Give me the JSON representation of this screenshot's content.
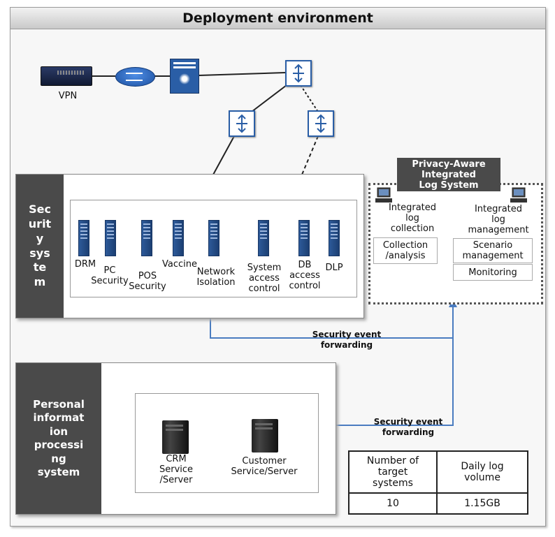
{
  "title": "Deployment environment",
  "network": {
    "vpn_label": "VPN"
  },
  "log_system": {
    "title": "Privacy-Aware\nIntegrated\nLog System",
    "col1_heading": "Integrated\nlog\ncollection",
    "col2_heading": "Integrated\nlog\nmanagement",
    "col1_items": [
      "Collection\n/analysis"
    ],
    "col2_items": [
      "Scenario\nmanagement",
      "Monitoring"
    ]
  },
  "security_system": {
    "label": "Sec\nurit\ny\nsys\nte\nm",
    "items": [
      {
        "label": "DRM"
      },
      {
        "label": "PC\nSecurity"
      },
      {
        "label": "POS\nSecurity"
      },
      {
        "label": "Vaccine"
      },
      {
        "label": "Network\nIsolation"
      },
      {
        "label": "System\naccess\ncontrol"
      },
      {
        "label": "DB\naccess\ncontrol"
      },
      {
        "label": "DLP"
      }
    ]
  },
  "personal_info_system": {
    "label": "Personal\ninformat\nion\nprocessi\nng\nsystem",
    "servers": [
      {
        "label": "CRM\nService\n/Server"
      },
      {
        "label": "Customer\nService/Server"
      }
    ]
  },
  "arrows": {
    "forward_label_1": "Security event\nforwarding",
    "forward_label_2": "Security event\nforwarding"
  },
  "stats_table": {
    "headers": [
      "Number of\ntarget\nsystems",
      "Daily log\nvolume"
    ],
    "values": [
      "10",
      "1.15GB"
    ]
  },
  "colors": {
    "sidebar": "#4a4a4a",
    "arrow": "#4a7cc0",
    "device_blue": "#2a5ea6"
  }
}
